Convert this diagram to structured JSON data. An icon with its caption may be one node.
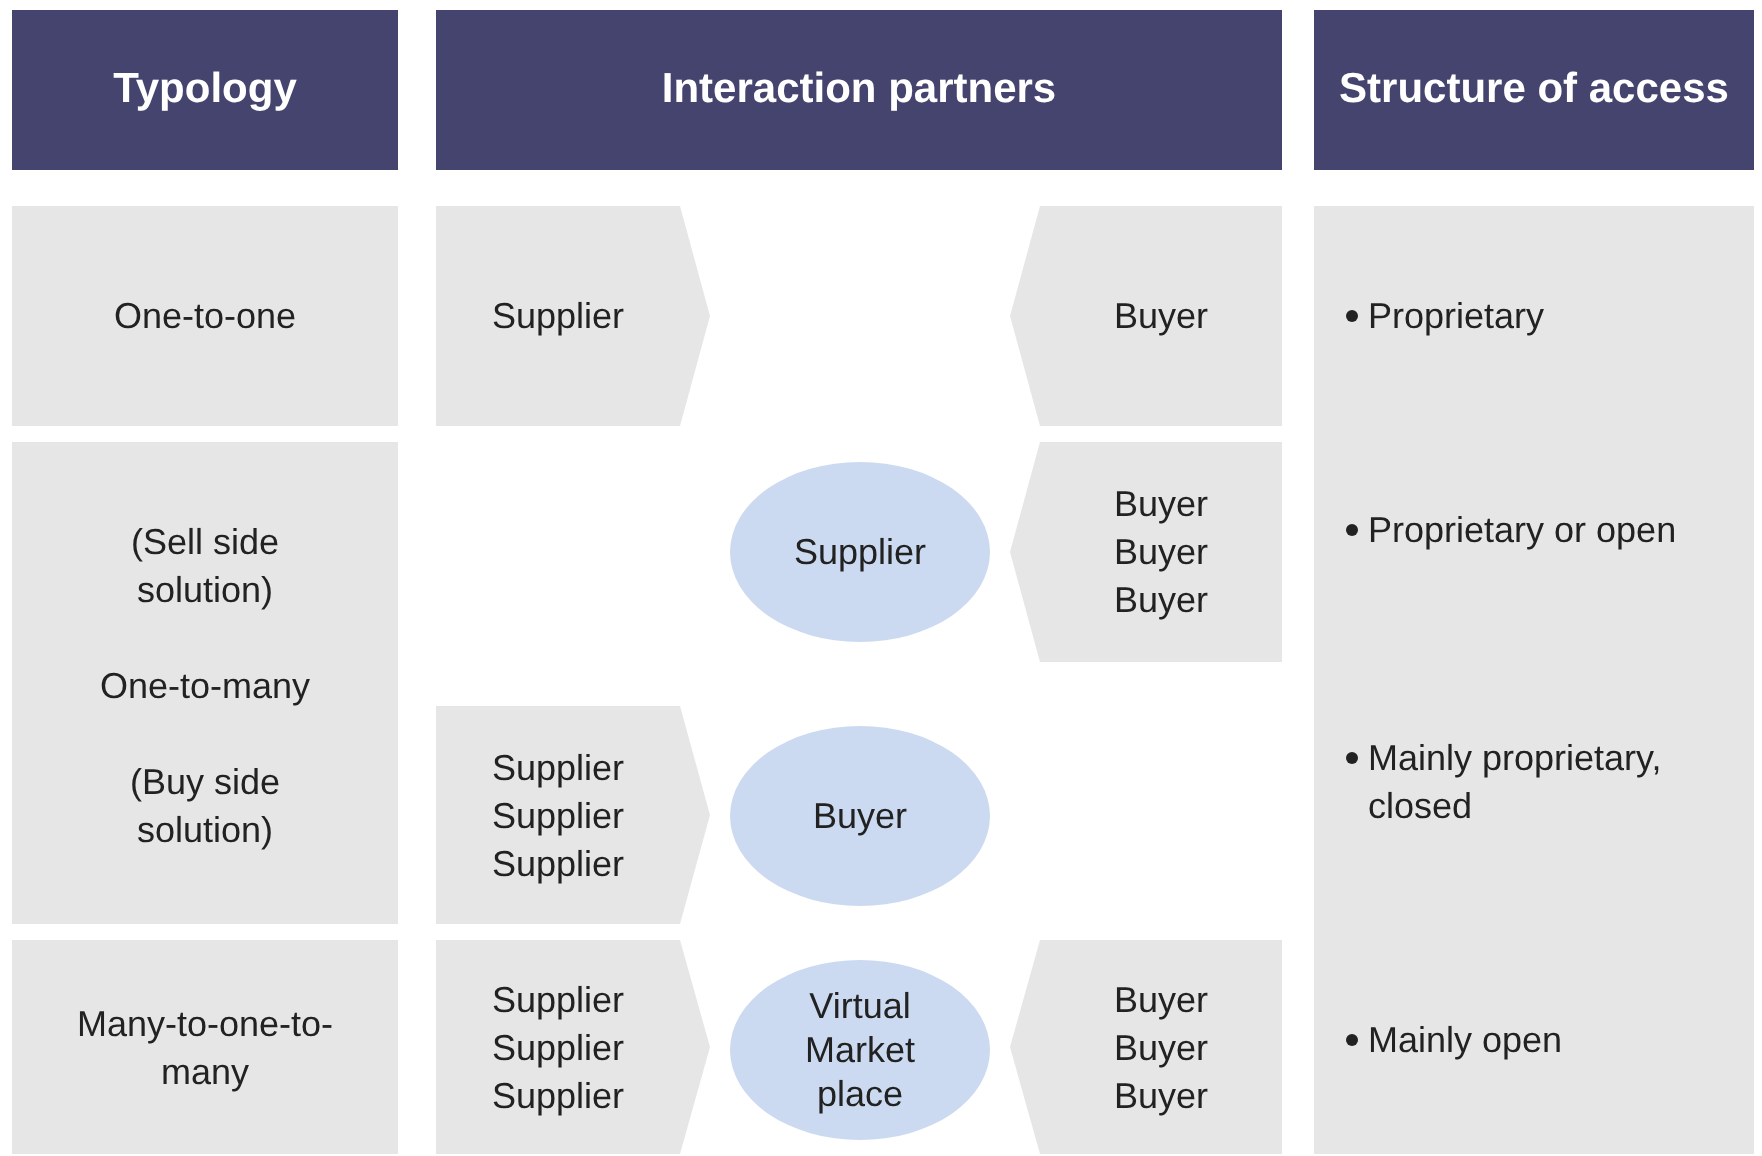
{
  "diagram": {
    "nodes": [
      {
        "text": [
          "Typology"
        ]
      },
      {
        "text": [
          "Interaction partners"
        ]
      },
      {
        "text": [
          "Structure of access"
        ]
      },
      {
        "text": [
          "One-to-one"
        ]
      },
      {
        "text": [
          "Supplier"
        ]
      },
      {
        "text": [
          "Buyer"
        ]
      },
      {
        "text": [
          "Proprietary",
          "Proprietary or open",
          "Mainly proprietary, closed",
          "Mainly open"
        ]
      },
      {
        "text": [
          "(Sell side solution)",
          "One-to-many",
          "(Buy side solution)"
        ]
      },
      {
        "text": [
          "Supplier"
        ]
      },
      {
        "text": [
          "Buyer",
          "Buyer",
          "Buyer"
        ]
      },
      {
        "text": [
          "Supplier",
          "Supplier",
          "Supplier"
        ]
      },
      {
        "text": [
          "Buyer"
        ]
      },
      {
        "text": [
          "Many-to-one-to-many"
        ]
      },
      {
        "text": [
          "Supplier",
          "Supplier",
          "Supplier"
        ]
      },
      {
        "text": [
          "Virtual Market place"
        ]
      },
      {
        "text": [
          "Buyer",
          "Buyer",
          "Buyer"
        ]
      }
    ],
    "edges": []
  }
}
